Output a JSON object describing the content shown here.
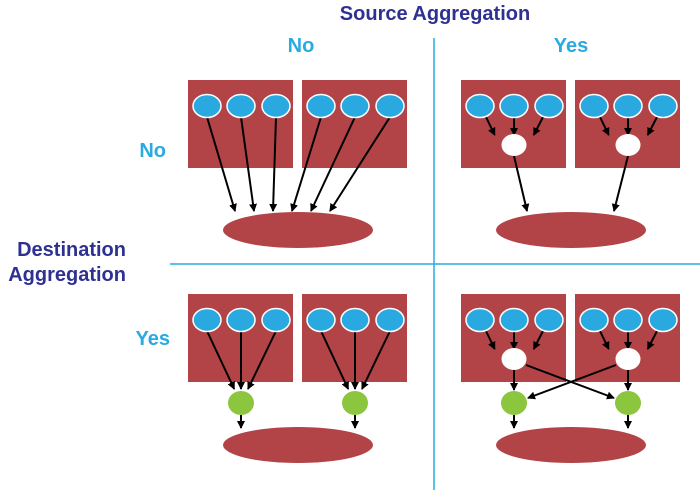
{
  "titles": {
    "source": "Source Aggregation",
    "destination_line1": "Destination",
    "destination_line2": "Aggregation"
  },
  "column_labels": [
    "No",
    "Yes"
  ],
  "row_labels": [
    "No",
    "Yes"
  ],
  "colors": {
    "host_box": "#B24447",
    "source_node": "#29A9E0",
    "source_aggregator": "#FFFFFF",
    "destination_aggregator": "#8CC63F",
    "destination": "#B24447",
    "divider": "#29ABE2",
    "title": "#2E3192",
    "label": "#29ABE2",
    "arrow": "#000000"
  },
  "quadrants": [
    {
      "id": "no-source-no-dest",
      "source_aggregation": false,
      "destination_aggregation": false,
      "hosts": 2,
      "nodes_per_host": 3
    },
    {
      "id": "yes-source-no-dest",
      "source_aggregation": true,
      "destination_aggregation": false,
      "hosts": 2,
      "nodes_per_host": 3
    },
    {
      "id": "no-source-yes-dest",
      "source_aggregation": false,
      "destination_aggregation": true,
      "hosts": 2,
      "nodes_per_host": 3
    },
    {
      "id": "yes-source-yes-dest",
      "source_aggregation": true,
      "destination_aggregation": true,
      "hosts": 2,
      "nodes_per_host": 3
    }
  ]
}
